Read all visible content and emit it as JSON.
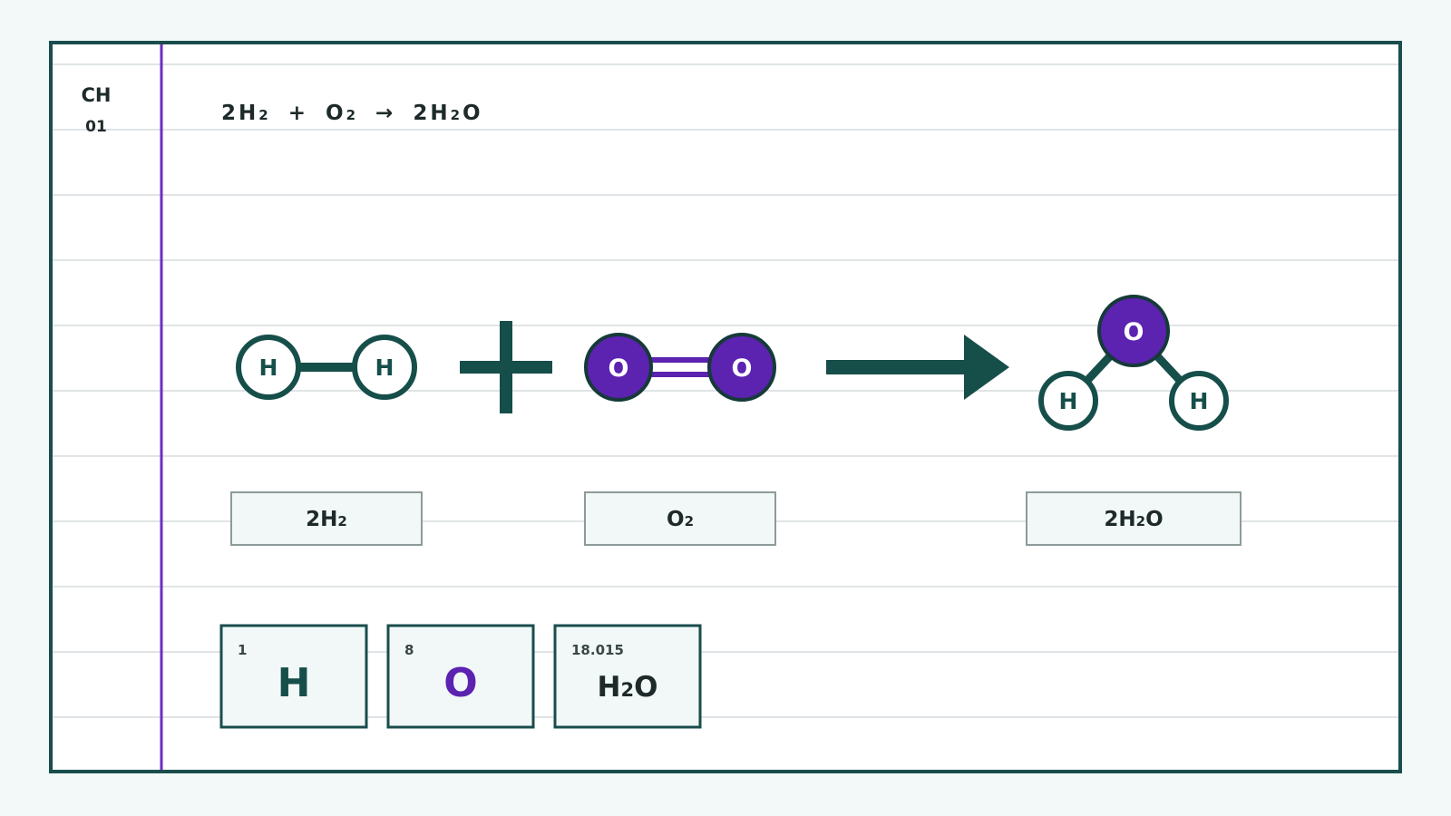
{
  "chapter": {
    "prefix": "CH",
    "number": "01"
  },
  "equation": {
    "coef1": "2",
    "h": "H",
    "sub2": "2",
    "plus": "+",
    "o": "O",
    "arrow": "→",
    "coef2": "2",
    "product_tail": "O"
  },
  "atoms": {
    "hydrogen": "H",
    "oxygen": "O"
  },
  "labels": {
    "reactant1": {
      "coef": "2",
      "sym": "H",
      "sub": "2"
    },
    "reactant2": {
      "sym": "O",
      "sub": "2"
    },
    "product": {
      "coef": "2",
      "sym": "H",
      "sub": "2",
      "tail": "O"
    }
  },
  "cards": [
    {
      "number": "1",
      "symbol": "H"
    },
    {
      "number": "8",
      "symbol": "O"
    },
    {
      "number": "18.015",
      "symbol": "H",
      "sub": "2",
      "tail": "O"
    }
  ],
  "colors": {
    "page_background": "#f2f9f8",
    "paper": "#ffffff",
    "frame": "#1a4d4d",
    "margin_line": "#6b2fbf",
    "rule_line": "#c2c9cc",
    "hydrogen": "#164e4a",
    "oxygen": "#5c22b0",
    "card_fill": "#f1f8f7"
  }
}
